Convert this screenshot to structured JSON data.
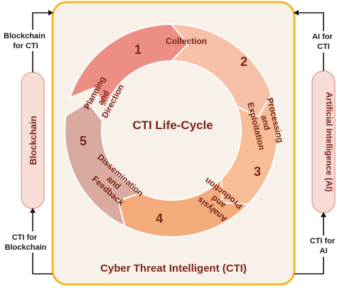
{
  "title": "Cyber Threat Intelligent (CTI)",
  "center_label": "CTI Life-Cycle",
  "left_pill": "Blockchain",
  "right_pill": "Artificial Intelligence (AI)",
  "corner_labels": {
    "top_left": [
      "Blockchain",
      "for CTI"
    ],
    "bottom_left": [
      "CTI for",
      "Blockchain"
    ],
    "top_right": [
      "AI for",
      "CTI"
    ],
    "bottom_right": [
      "CTI for",
      "AI"
    ]
  },
  "stages": [
    {
      "number": "1",
      "label_lines": [
        "Planning",
        "and",
        "Direction"
      ],
      "color": "#ec8e84"
    },
    {
      "number": "2",
      "label_lines": [
        "Collection"
      ],
      "color": "#f6c1a6"
    },
    {
      "number": "3",
      "label_lines": [
        "Processing",
        "and",
        "Exploitation"
      ],
      "color": "#f6bd96"
    },
    {
      "number": "4",
      "label_lines": [
        "Analysis",
        "and",
        "Production"
      ],
      "color": "#f3ab7c"
    },
    {
      "number": "5",
      "label_lines": [
        "Dissemination",
        "and",
        "Feedback"
      ],
      "color": "#d9aba0"
    }
  ],
  "colors": {
    "panel_border": "#f2b92d",
    "panel_fill": "#f8f1ea",
    "text_dark_red": "#7a2418",
    "left_pill_fill": "#f7dfd7",
    "right_pill_fill": "#f7dcd8",
    "pill_border": "#e2a79a"
  }
}
